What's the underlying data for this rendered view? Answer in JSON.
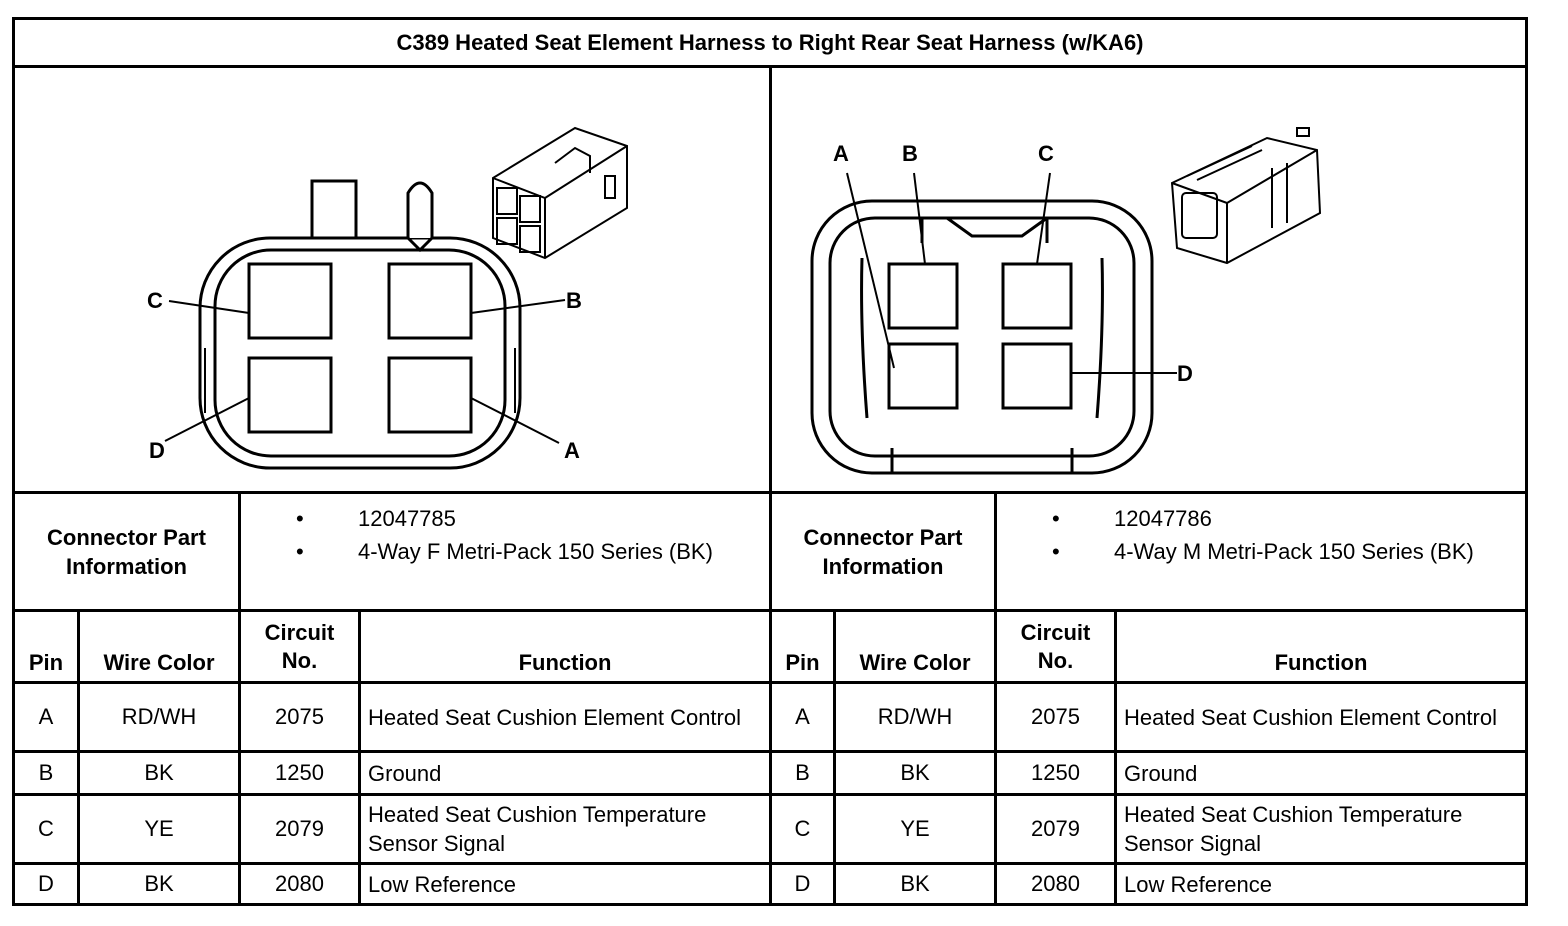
{
  "title": "C389 Heated Seat Element Harness to Right Rear Seat Harness (w/KA6)",
  "left_connector": {
    "pin_labels": {
      "a": "A",
      "b": "B",
      "c": "C",
      "d": "D"
    },
    "connector_part_label": "Connector Part Information",
    "part_info": [
      "12047785",
      "4-Way F Metri-Pack 150 Series (BK)"
    ]
  },
  "right_connector": {
    "pin_labels": {
      "a": "A",
      "b": "B",
      "c": "C",
      "d": "D"
    },
    "connector_part_label": "Connector Part Information",
    "part_info": [
      "12047786",
      "4-Way M Metri-Pack 150 Series (BK)"
    ]
  },
  "bullet_glyph": "•",
  "table_headers": {
    "pin": "Pin",
    "wire_color": "Wire Color",
    "circuit_no": "Circuit No.",
    "function": "Function"
  },
  "left_rows": [
    {
      "pin": "A",
      "wire_color": "RD/WH",
      "circuit": "2075",
      "function": "Heated Seat Cushion Element Control"
    },
    {
      "pin": "B",
      "wire_color": "BK",
      "circuit": "1250",
      "function": "Ground"
    },
    {
      "pin": "C",
      "wire_color": "YE",
      "circuit": "2079",
      "function": "Heated Seat Cushion Temperature Sensor Signal"
    },
    {
      "pin": "D",
      "wire_color": "BK",
      "circuit": "2080",
      "function": "Low Reference"
    }
  ],
  "right_rows": [
    {
      "pin": "A",
      "wire_color": "RD/WH",
      "circuit": "2075",
      "function": "Heated Seat Cushion Element Control"
    },
    {
      "pin": "B",
      "wire_color": "BK",
      "circuit": "1250",
      "function": "Ground"
    },
    {
      "pin": "C",
      "wire_color": "YE",
      "circuit": "2079",
      "function": "Heated Seat Cushion Temperature Sensor Signal"
    },
    {
      "pin": "D",
      "wire_color": "BK",
      "circuit": "2080",
      "function": "Low Reference"
    }
  ]
}
